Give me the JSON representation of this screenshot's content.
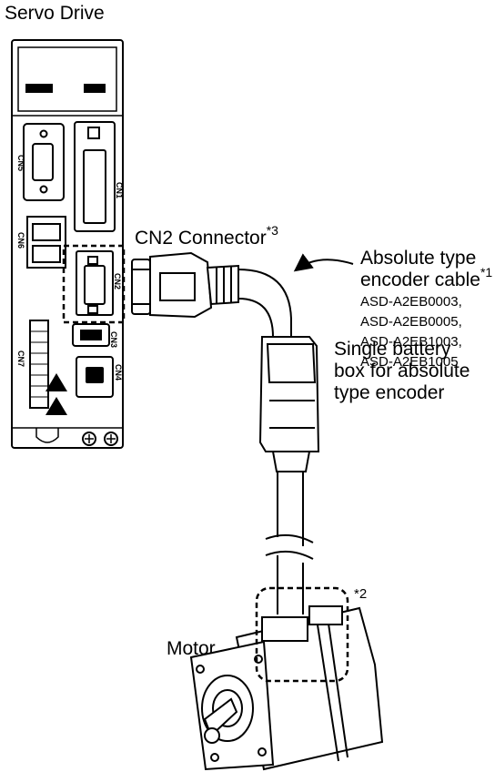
{
  "labels": {
    "servo_drive": "Servo Drive",
    "cn2_connector": "CN2 Connector",
    "cn2_connector_note": "*3",
    "cable_title_line1": "Absolute type",
    "cable_title_line2": "encoder cable",
    "cable_note": "*1",
    "cable_models": [
      "ASD-A2EB0003,",
      "ASD-A2EB0005,",
      "ASD-A2EB1003,",
      "ASD-A2EB1005"
    ],
    "battery_line1": "Single battery",
    "battery_line2": "box for absolute",
    "battery_line3": "type encoder",
    "motor": "Motor",
    "motor_note": "*2"
  },
  "drive_ports": {
    "cn5": "CN5",
    "cn1": "CN1",
    "cn6": "CN6",
    "cn2": "CN2",
    "cn7": "CN7",
    "cn3": "CN3",
    "cn4": "CN4"
  }
}
